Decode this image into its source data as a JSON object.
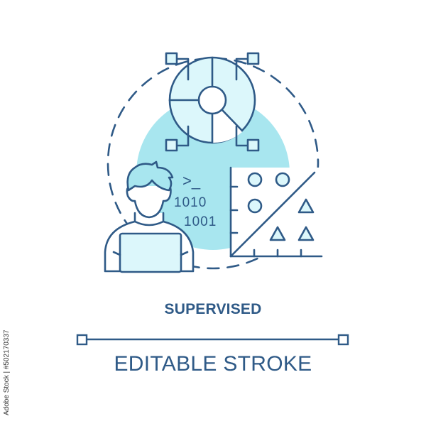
{
  "title": "SUPERVISED",
  "subtitle": "EDITABLE STROKE",
  "terminal_prompt": ">_",
  "binary_lines": [
    "1010",
    "1001"
  ],
  "side_watermark": "Adobe Stock | #502170337",
  "colors": {
    "stroke": "#2f5a87",
    "accent_fill": "#a8e6ef",
    "light_fill": "#dcf7fb",
    "background": "#ffffff"
  },
  "icons": {
    "main": "supervised-learning-icon",
    "person": "person-with-laptop-icon",
    "chart": "classification-scatter-icon",
    "pie": "segmented-circle-icon"
  }
}
